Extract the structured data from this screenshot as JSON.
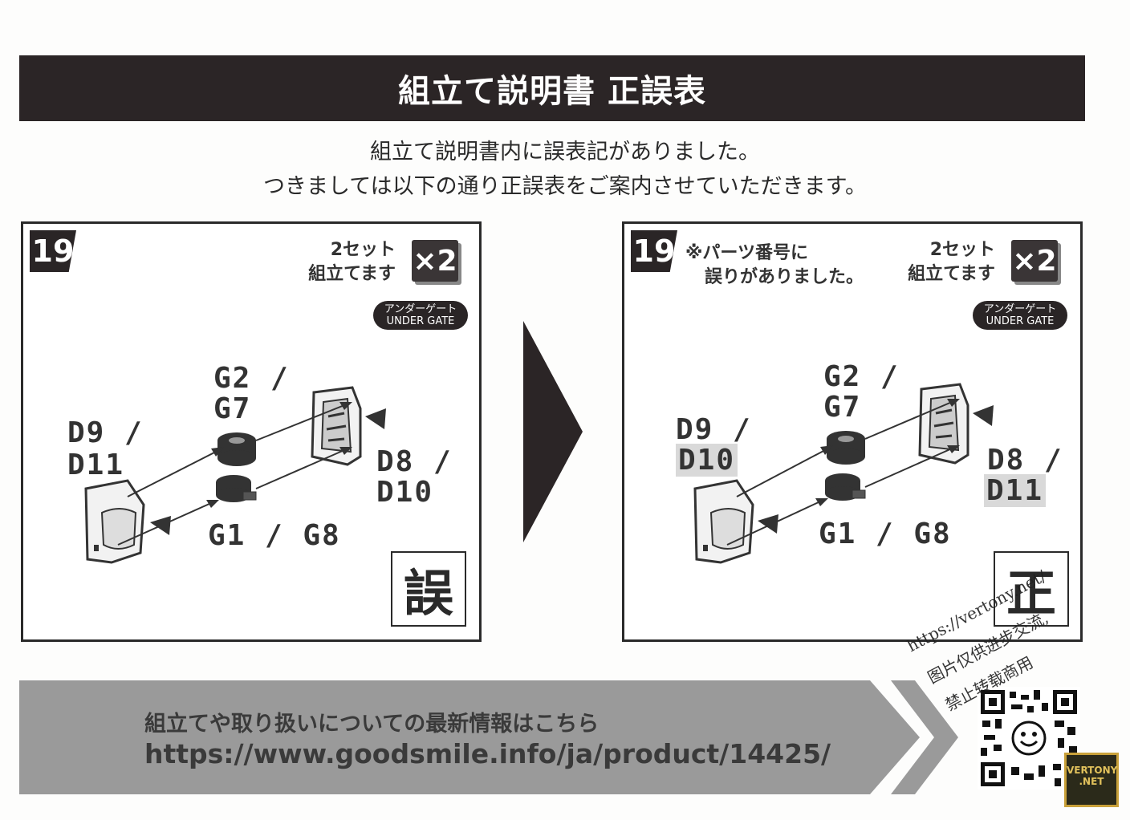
{
  "header": {
    "title": "組立て説明書 正誤表"
  },
  "intro": {
    "line1": "組立て説明書内に誤表記がありました。",
    "line2": "つきましては以下の通り正誤表をご案内させていただきます。"
  },
  "panels": {
    "wrong": {
      "step": "19",
      "set_line1": "2セット",
      "set_line2": "組立てます",
      "multiplier": "×2",
      "gate_line1": "アンダーゲート",
      "gate_line2": "UNDER GATE",
      "label_top": "G2 /",
      "label_top2": "G7",
      "label_left": "D9 /",
      "label_left2": "D11",
      "label_right": "D8 /",
      "label_right2": "D10",
      "label_bottom": "G1 / G8",
      "stamp": "誤"
    },
    "correct": {
      "step": "19",
      "note_line1": "※パーツ番号に",
      "note_line2": "誤りがありました。",
      "set_line1": "2セット",
      "set_line2": "組立てます",
      "multiplier": "×2",
      "gate_line1": "アンダーゲート",
      "gate_line2": "UNDER GATE",
      "label_top": "G2 /",
      "label_top2": "G7",
      "label_left": "D9 /",
      "label_left2": "D10",
      "label_right": "D8 /",
      "label_right2": "D11",
      "label_bottom": "G1 / G8",
      "stamp": "正"
    }
  },
  "footer": {
    "line1": "組立てや取り扱いについての最新情報はこちら",
    "url": "https://www.goodsmile.info/ja/product/14425/"
  },
  "watermark": {
    "line1": "https://vertony.net/",
    "line2": "图片仅供进步交流,",
    "line3": "禁止转载商用",
    "logo_line1": "VERTONY",
    "logo_line2": ".NET"
  },
  "colors": {
    "dark": "#2b2526",
    "gray_bar": "#9a9a9a",
    "highlight": "#d9d9d9"
  }
}
